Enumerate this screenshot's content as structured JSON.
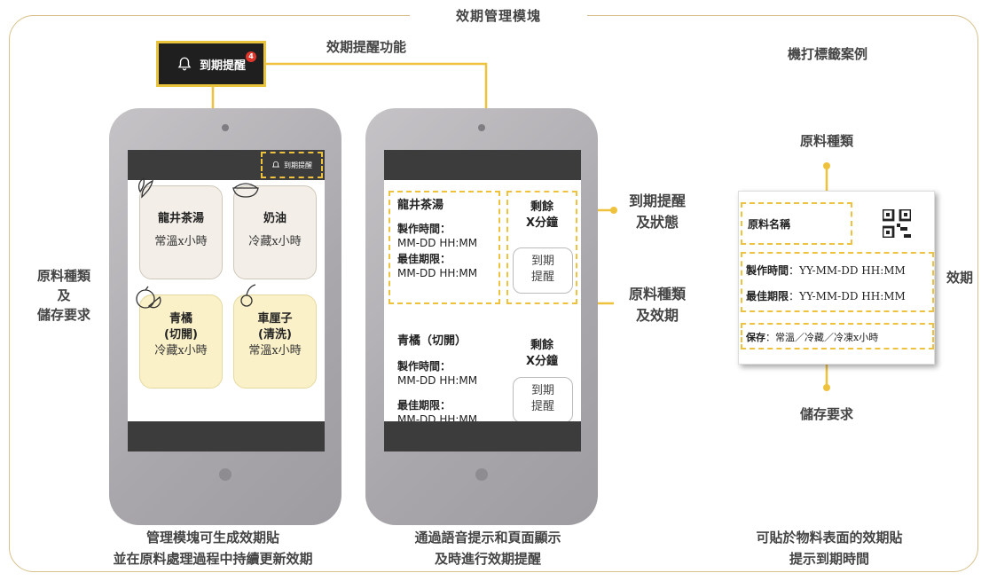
{
  "module_title": "效期管理模塊",
  "reminder_function_label": "效期提醒功能",
  "machine_label_title": "機打標籤案例",
  "notification": {
    "label": "到期提醒",
    "badge": "4"
  },
  "left_side_label": [
    "原料種類",
    "及",
    "儲存要求"
  ],
  "phone1": {
    "header_button": "到期提醒",
    "cards": [
      {
        "name": "龍井茶湯",
        "storage": "常溫x小時"
      },
      {
        "name": "奶油",
        "storage": "冷藏x小時"
      },
      {
        "name": "青橘",
        "sub": "(切開)",
        "storage": "冷藏x小時"
      },
      {
        "name": "車厘子",
        "sub": "(清洗)",
        "storage": "常溫x小時"
      }
    ]
  },
  "phone2": {
    "items": [
      {
        "name": "龍井茶湯",
        "made_label": "製作時間：",
        "made_value": "MM-DD HH:MM",
        "expire_label": "最佳期限：",
        "expire_value": "MM-DD HH:MM",
        "remain": [
          "剩餘",
          "X分鐘"
        ],
        "button": [
          "到期",
          "提醒"
        ]
      },
      {
        "name": "青橘（切開）",
        "made_label": "製作時間：",
        "made_value": "MM-DD HH:MM",
        "expire_label": "最佳期限：",
        "expire_value": "MM-DD HH:MM",
        "remain": [
          "剩餘",
          "X分鐘"
        ],
        "button": [
          "到期",
          "提醒"
        ]
      }
    ]
  },
  "right_labels": {
    "expiry_status": [
      "到期提醒",
      "及狀態"
    ],
    "type_expiry": [
      "原料種類",
      "及效期"
    ]
  },
  "tag_card": {
    "type_label_top": "原料種類",
    "material_name": "原料名稱",
    "made_label": "製作時間",
    "made_value": "：YY-MM-DD HH:MM",
    "expire_label": "最佳期限",
    "expire_value": "：YY-MM-DD HH:MM",
    "store_label": "保存",
    "store_value": "：常溫／冷藏／冷凍x小時",
    "expiry_side_label": "效期",
    "storage_bottom_label": "儲存要求"
  },
  "captions": {
    "left": [
      "管理模塊可生成效期貼",
      "並在原料處理過程中持續更新效期"
    ],
    "middle": [
      "通過語音提示和頁面顯示",
      "及時進行效期提醒"
    ],
    "right": [
      "可貼於物料表面的效期貼",
      "提示到期時間"
    ]
  },
  "colors": {
    "accent": "#efc23d",
    "frame": "#d8c08a",
    "dark": "#1f1f1f"
  }
}
